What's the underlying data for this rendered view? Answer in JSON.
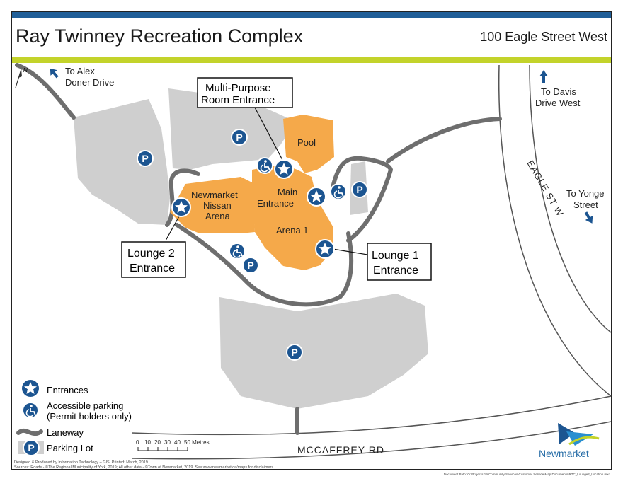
{
  "header": {
    "title": "Ray Twinney Recreation Complex",
    "address": "100 Eagle Street West"
  },
  "colors": {
    "header_blue": "#215f98",
    "accent_green": "#c3d32a",
    "building_orange": "#f5a94a",
    "parking_gray": "#cfcfcf",
    "road_gray": "#6e6e6e",
    "marker_blue": "#1c5591",
    "logo_blue": "#2a6fa8"
  },
  "directions": {
    "alex_doner": [
      "To Alex",
      "Doner Drive"
    ],
    "davis": [
      "To Davis",
      "Drive West"
    ],
    "yonge": [
      "To Yonge",
      "Street"
    ]
  },
  "streets": {
    "eagle": "EAGLE ST W",
    "mccaffrey": "MCCAFFREY RD"
  },
  "buildings": {
    "pool": "Pool",
    "nissan": [
      "Newmarket",
      "Nissan",
      "Arena"
    ],
    "main_entrance": [
      "Main",
      "Entrance"
    ],
    "arena1": "Arena 1"
  },
  "callouts": {
    "multi_purpose": [
      "Multi-Purpose",
      "Room Entrance"
    ],
    "lounge2": [
      "Lounge 2",
      "Entrance"
    ],
    "lounge1": [
      "Lounge 1",
      "Entrance"
    ]
  },
  "legend": {
    "entrances": "Entrances",
    "accessible": [
      "Accessible parking",
      "(Permit holders only)"
    ],
    "laneway": "Laneway",
    "parking": "Parking Lot"
  },
  "scale": {
    "ticks": [
      "0",
      "10",
      "20",
      "30",
      "40",
      "50 Metres"
    ]
  },
  "icons": {
    "parking": "P",
    "north": "N",
    "entrance": "star-icon",
    "accessible": "wheelchair-icon",
    "direction": "arrow-icon"
  },
  "logo": "Newmarket",
  "footer": {
    "credit": "Designed & Produced by Information Technology – GIS.  Printed: March, 2019",
    "sources": "Sources: Roads - ©The Regional Municipality of York, 2019; All other data - ©Town of Newmarket, 2019. See www.newmarket.ca/maps for disclaimers.",
    "doc_path": "Document Path: O:\\Projects 19\\Community Services\\Customer Service\\Map Documents\\RTC_Lounge2_Location.mxd"
  }
}
